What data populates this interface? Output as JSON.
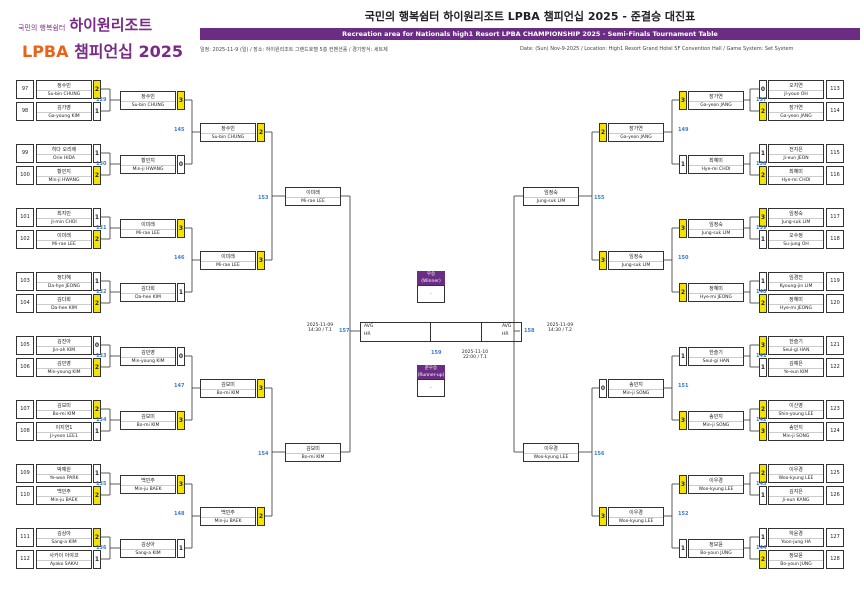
{
  "header": {
    "logo_small": "국민의 행복쉼터",
    "logo_main": "하이원리조트",
    "logo_lpba": "LPBA",
    "logo_lpba_sub": "챔피언십 2025",
    "title": "국민의 행복쉼터 하이원리조트 LPBA 챔피언십 2025 - 준결승 대진표",
    "banner": "Recreation area for Nationals high1 Resort LPBA CHAMPIONSHIP 2025 - Semi-Finals Tournament Table",
    "info_kr": "일정: 2025-11-9 (일) / 장소: 하이원리조트 그랜드호텔 5층 컨벤션홀 / 경기방식: 세트제",
    "info_en": "Date: (Sun) Nov-9-2025 / Location: High1 Resort Grand Hotel 5F Convention Hall / Game System: Set System"
  },
  "left": [
    {
      "idx": "97",
      "kr": "정수빈",
      "en": "Su-bin CHUNG",
      "score": "2"
    },
    {
      "idx": "98",
      "kr": "김가영",
      "en": "Ga-young KIM",
      "score": "1"
    },
    {
      "idx": "99",
      "kr": "히다 오리에",
      "en": "Orie HIDA",
      "score": "1"
    },
    {
      "idx": "100",
      "kr": "황민지",
      "en": "Min-ji HWANG",
      "score": "2"
    },
    {
      "idx": "101",
      "kr": "최지민",
      "en": "Ji-min CHOI",
      "score": "1"
    },
    {
      "idx": "102",
      "kr": "이미래",
      "en": "Mi-rae LEE",
      "score": "2"
    },
    {
      "idx": "103",
      "kr": "정다혜",
      "en": "Da-hye JEONG",
      "score": "1"
    },
    {
      "idx": "104",
      "kr": "김다희",
      "en": "Da-hee KIM",
      "score": "2"
    },
    {
      "idx": "105",
      "kr": "김진아",
      "en": "Jin-ah KIM",
      "score": "0"
    },
    {
      "idx": "106",
      "kr": "김민영",
      "en": "Min-young KIM",
      "score": "2"
    },
    {
      "idx": "107",
      "kr": "김보미",
      "en": "Bo-mi KIM",
      "score": "2"
    },
    {
      "idx": "108",
      "kr": "이지연1",
      "en": "Ji-yeon LEE1",
      "score": "1"
    },
    {
      "idx": "109",
      "kr": "박예원",
      "en": "Ye-won PARK",
      "score": "1"
    },
    {
      "idx": "110",
      "kr": "백민주",
      "en": "Min-ju BAEK",
      "score": "2"
    },
    {
      "idx": "111",
      "kr": "김상아",
      "en": "Sang-a KIM",
      "score": "2"
    },
    {
      "idx": "112",
      "kr": "사카이 아야코",
      "en": "Ayako SAKAI",
      "score": "1"
    }
  ],
  "right": [
    {
      "idx": "113",
      "kr": "오지연",
      "en": "Ji-youn OH",
      "score": "0"
    },
    {
      "idx": "114",
      "kr": "장가연",
      "en": "Ga-yeon JANG",
      "score": "2"
    },
    {
      "idx": "115",
      "kr": "전지은",
      "en": "Ji-eun JEON",
      "score": "1"
    },
    {
      "idx": "116",
      "kr": "최혜미",
      "en": "Hye-mi CHOI",
      "score": "2"
    },
    {
      "idx": "117",
      "kr": "임정숙",
      "en": "Jung-suk LIM",
      "score": "3"
    },
    {
      "idx": "118",
      "kr": "오수정",
      "en": "Su-jung OH",
      "score": "1"
    },
    {
      "idx": "119",
      "kr": "임경진",
      "en": "Kyoung-jin LIM",
      "score": "1"
    },
    {
      "idx": "120",
      "kr": "정혜미",
      "en": "Hye-mi JEONG",
      "score": "2"
    },
    {
      "idx": "121",
      "kr": "한슬기",
      "en": "Seul-gi HAN",
      "score": "3"
    },
    {
      "idx": "122",
      "kr": "김예은",
      "en": "Ye-eun KIM",
      "score": "1"
    },
    {
      "idx": "123",
      "kr": "이신영",
      "en": "Shin-young LEE",
      "score": "2"
    },
    {
      "idx": "124",
      "kr": "송민지",
      "en": "Min-ji SONG",
      "score": "3"
    },
    {
      "idx": "125",
      "kr": "이우경",
      "en": "Woo-kyung LEE",
      "score": "2"
    },
    {
      "idx": "126",
      "kr": "김지은",
      "en": "Ji-eun KANG",
      "score": "1"
    },
    {
      "idx": "127",
      "kr": "하윤경",
      "en": "Yoon-jung HA",
      "score": "1"
    },
    {
      "idx": "128",
      "kr": "정보윤",
      "en": "Bo-youn JUNG",
      "score": "2"
    }
  ],
  "left_r2": [
    {
      "kr": "정수빈",
      "en": "Su-bin CHUNG",
      "score": "3"
    },
    {
      "kr": "황민지",
      "en": "Min-ji HWANG",
      "score": "0"
    },
    {
      "kr": "이미래",
      "en": "Mi-rae LEE",
      "score": "3"
    },
    {
      "kr": "김다희",
      "en": "Da-hee KIM",
      "score": "1"
    },
    {
      "kr": "김민영",
      "en": "Min-young KIM",
      "score": "0"
    },
    {
      "kr": "김보미",
      "en": "Bo-mi KIM",
      "score": "3"
    },
    {
      "kr": "백민주",
      "en": "Min-ju BAEK",
      "score": "3"
    },
    {
      "kr": "김상아",
      "en": "Sang-a KIM",
      "score": "1"
    }
  ],
  "right_r2": [
    {
      "kr": "장가연",
      "en": "Ga-yeon JANG",
      "score": "3"
    },
    {
      "kr": "최혜미",
      "en": "Hye-mi CHOI",
      "score": "1"
    },
    {
      "kr": "임정숙",
      "en": "Jung-suk LIM",
      "score": "3"
    },
    {
      "kr": "정혜미",
      "en": "Hye-mi JEONG",
      "score": "2"
    },
    {
      "kr": "한슬기",
      "en": "Seul-gi HAN",
      "score": "1"
    },
    {
      "kr": "송민지",
      "en": "Min-ji SONG",
      "score": "3"
    },
    {
      "kr": "이우경",
      "en": "Woo-kyung LEE",
      "score": "3"
    },
    {
      "kr": "정보윤",
      "en": "Bo-youn JUNG",
      "score": "1"
    }
  ],
  "left_r3": [
    {
      "kr": "정수빈",
      "en": "Su-bin CHUNG",
      "score": "2"
    },
    {
      "kr": "이미래",
      "en": "Mi-rae LEE",
      "score": "3"
    },
    {
      "kr": "김보미",
      "en": "Bo-mi KIM",
      "score": "3"
    },
    {
      "kr": "백민주",
      "en": "Min-ju BAEK",
      "score": "2"
    }
  ],
  "right_r3": [
    {
      "kr": "장가연",
      "en": "Ga-yeon JANG",
      "score": "2"
    },
    {
      "kr": "임정숙",
      "en": "Jung-suk LIM",
      "score": "3"
    },
    {
      "kr": "송민지",
      "en": "Min-ji SONG",
      "score": "0"
    },
    {
      "kr": "이우경",
      "en": "Woo-kyung LEE",
      "score": "3"
    }
  ],
  "left_r4": [
    {
      "kr": "이미래",
      "en": "Mi-rae LEE"
    },
    {
      "kr": "김보미",
      "en": "Bo-mi KIM"
    }
  ],
  "right_r4": [
    {
      "kr": "임정숙",
      "en": "Jung-suk LIM"
    },
    {
      "kr": "이우경",
      "en": "Woo-kyung LEE"
    }
  ],
  "final": {
    "winner_kr": "우승",
    "winner_en": "(Winner)",
    "runner_kr": "준우승",
    "runner_en": "(Runner-up)",
    "left_date": "2025-11-09",
    "left_time": "14:30 / T.1",
    "right_date": "2025-11-09",
    "right_time": "14:30 / T.2",
    "final_date": "2025-11-10",
    "final_time": "22:00 / T.1",
    "g157": "157",
    "g158": "158",
    "g159": "159",
    "avg": "AVG",
    "hr": "HR"
  },
  "games_left": [
    "129",
    "130",
    "131",
    "132",
    "133",
    "134",
    "135",
    "136",
    "145",
    "146",
    "147",
    "148",
    "153",
    "154"
  ],
  "games_right": [
    "137",
    "138",
    "139",
    "140",
    "141",
    "142",
    "143",
    "144",
    "149",
    "150",
    "151",
    "152",
    "155",
    "156"
  ]
}
